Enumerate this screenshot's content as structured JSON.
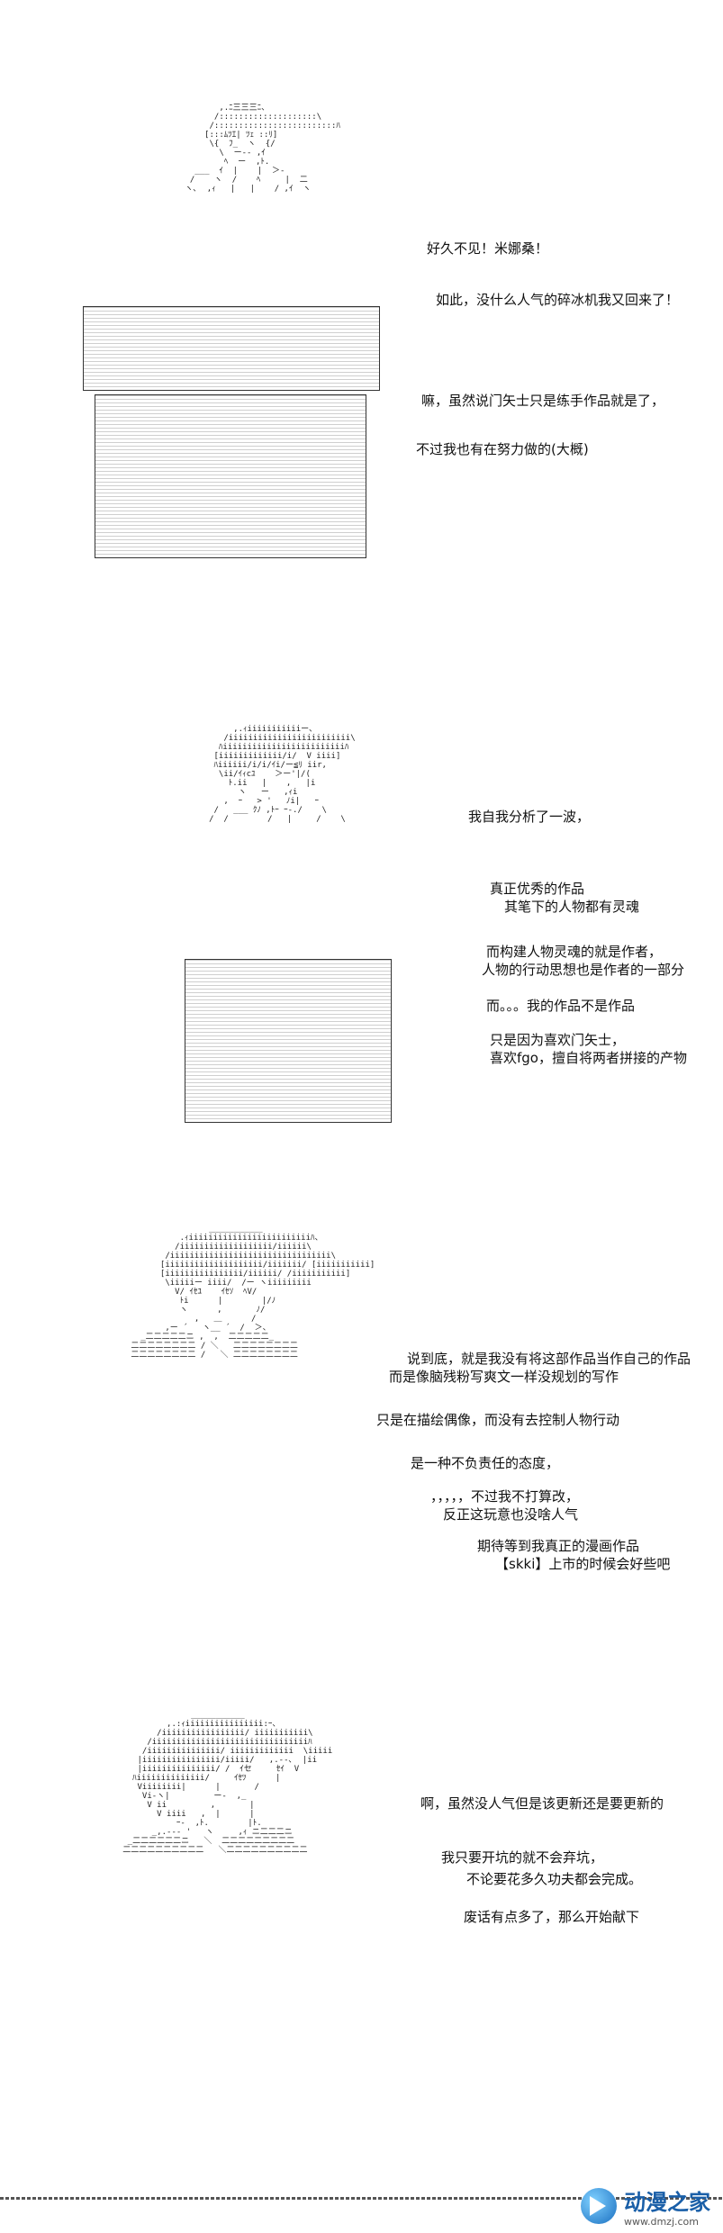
{
  "panels": [
    {
      "lines": [
        "好久不见！米娜桑！",
        "如此，没什么人气的碎冰机我又回来了！",
        "嘛，虽然说门矢士只是练手作品就是了，",
        "不过我也有在努力做的(大概)"
      ]
    },
    {
      "lines": [
        "我自我分析了一波，",
        "真正优秀的作品",
        "其笔下的人物都有灵魂",
        "而构建人物灵魂的就是作者，",
        "人物的行动思想也是作者的一部分",
        "而。。。我的作品不是作品",
        "只是因为喜欢门矢士，",
        "喜欢fgo，擅自将两者拼接的产物"
      ]
    },
    {
      "lines": [
        "说到底，就是我没有将这部作品当作自己的作品",
        "而是像脑残粉写爽文一样没规划的写作",
        "只是在描绘偶像，而没有去控制人物行动",
        "是一种不负责任的态度，",
        "，，，，，不过我不打算改，",
        "反正这玩意也没啥人气",
        "期待等到我真正的漫画作品",
        "【skki】上市的时候会好些吧"
      ]
    },
    {
      "lines": [
        "啊，虽然没人气但是该更新还是要更新的",
        "我只要开坑的就不会弃坑，",
        "不论要花多久功夫都会完成。",
        "废话有点多了，那么开始献下"
      ]
    }
  ],
  "footer": {
    "brand_name": "动漫之家",
    "brand_url": "www.dmzj.com"
  }
}
